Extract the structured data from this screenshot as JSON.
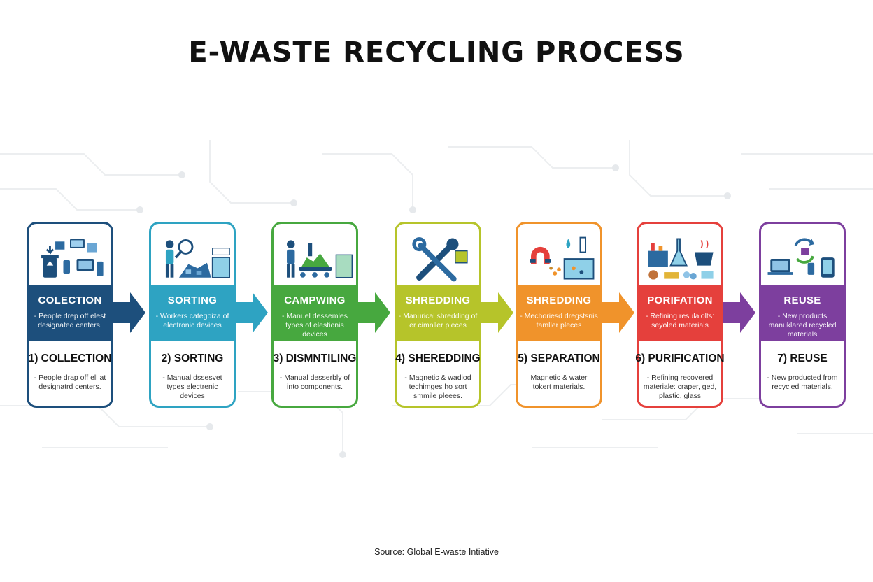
{
  "title": "E-WASTE RECYCLING PROCESS",
  "source": "Source: Global E-waste Intiative",
  "colors": {
    "step1": "#1d4f7c",
    "step2": "#2ea3c2",
    "step3": "#47a83f",
    "step4": "#b6c42a",
    "step5": "#f0932b",
    "step6": "#e5403c",
    "step7": "#7d3f9e"
  },
  "steps": [
    {
      "band_title": "COLECTION",
      "band_desc": "- People drep off elest designated centers.",
      "title": "1) COLLECTION",
      "desc": "- People drap off ell at designatrd centers.",
      "icon": "recycle-bin-devices-icon",
      "color": "#1d4f7c"
    },
    {
      "band_title": "SORTING",
      "band_desc": "- Workers categoiza of electronic devices",
      "title": "2) SORTING",
      "desc": "- Manual dssesvet types electrenic devices",
      "icon": "worker-magnifier-icon",
      "color": "#2ea3c2"
    },
    {
      "band_title": "CAMPWING",
      "band_desc": "- Manuel dessemles types of elestionis devices",
      "title": "3) DISMNTILING",
      "desc": "- Manual desserbly of into components.",
      "icon": "conveyor-worker-icon",
      "color": "#47a83f"
    },
    {
      "band_title": "SHREDDING",
      "band_desc": "- Manurical shredding of er cimnller pleces",
      "title": "4) SHEREDDING",
      "desc": "- Magnetic & wadiod techimges ho sort smmile pleees.",
      "icon": "wrench-screwdriver-icon",
      "color": "#b6c42a"
    },
    {
      "band_title": "SHREDDING",
      "band_desc": "- Mechoriesd dregstsnis tamller pleces",
      "title": "5) SEPARATION",
      "desc": "Magnetic & water tokert materials.",
      "icon": "magnet-water-icon",
      "color": "#f0932b"
    },
    {
      "band_title": "PORIFATION",
      "band_desc": "- Refining resulalolts: seyoled materials",
      "title": "6) PURIFICATION",
      "desc": "- Refining recovered materiale: craper, ged, plastic, glass",
      "icon": "flask-factory-icon",
      "color": "#e5403c"
    },
    {
      "band_title": "REUSE",
      "band_desc": "- New products manuklared recycled materials",
      "title": "7) REUSE",
      "desc": "- New producted from recycled materials.",
      "icon": "recycle-devices-icon",
      "color": "#7d3f9e"
    }
  ]
}
